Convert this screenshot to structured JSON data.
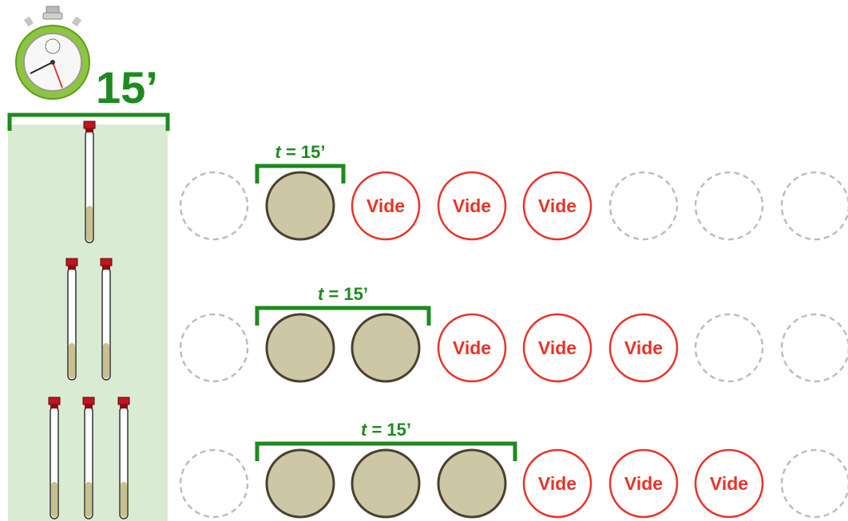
{
  "timer": {
    "label": "15’",
    "icon": "stopwatch-icon"
  },
  "colors": {
    "green": "#1e8a1e",
    "panel": "#d9ecd3",
    "empty": "#e8332a",
    "sample": "#cdc7a6",
    "sampleStroke": "#4a4130",
    "slot": "#bdbdbd"
  },
  "rows": [
    {
      "tubes": 1,
      "slots": [
        "slot",
        "sample",
        "Vide",
        "Vide",
        "Vide",
        "slot",
        "slot",
        "slot"
      ],
      "time": {
        "t": "t",
        "eq": " = 15’"
      }
    },
    {
      "tubes": 2,
      "slots": [
        "slot",
        "sample",
        "sample",
        "Vide",
        "Vide",
        "Vide",
        "slot",
        "slot"
      ],
      "time": {
        "t": "t",
        "eq": " = 15’"
      }
    },
    {
      "tubes": 3,
      "slots": [
        "slot",
        "sample",
        "sample",
        "sample",
        "Vide",
        "Vide",
        "Vide",
        "slot"
      ],
      "time": {
        "t": "t",
        "eq": " = 15’"
      }
    }
  ]
}
